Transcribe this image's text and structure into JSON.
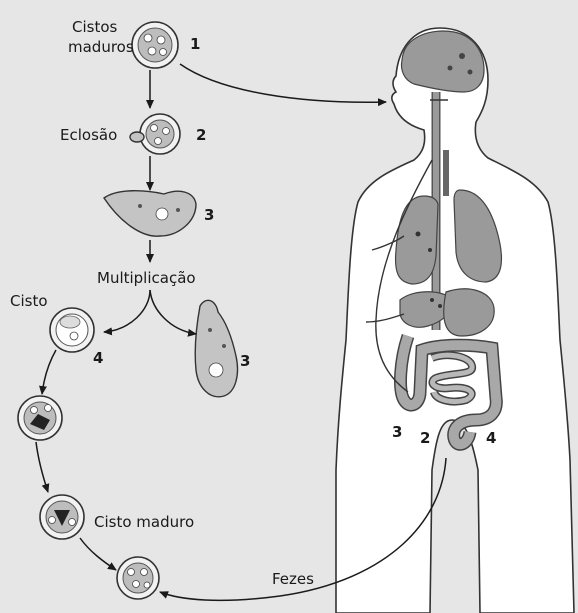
{
  "labels": {
    "mature_cysts": [
      "Cistos",
      "maduros"
    ],
    "hatching": "Eclosão",
    "multiplication": "Multiplicação",
    "cyst": "Cisto",
    "mature_cyst": "Cisto maduro",
    "feces": "Fezes"
  },
  "stage_numbers": {
    "n1": "1",
    "n2": "2",
    "n3_trophozoite": "3",
    "n3_right": "3",
    "n4_cyst": "4",
    "n3_intestine": "3",
    "n2_intestine": "2",
    "n4_intestine": "4"
  },
  "colors": {
    "background": "#e6e6e6",
    "body_fill": "#ffffff",
    "organ": "#9a9a9a",
    "outline": "#333333"
  }
}
